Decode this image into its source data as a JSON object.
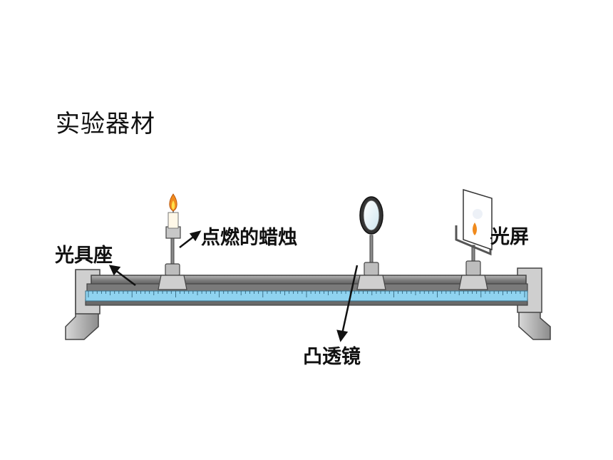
{
  "title": "实验器材",
  "labels": {
    "candle": "点燃的蜡烛",
    "bench": "光具座",
    "lens": "凸透镜",
    "screen": "光屏"
  },
  "colors": {
    "rail": "#8a8a8a",
    "scale": "#8fd3f0",
    "arrow": "#111111",
    "flame": "#f08a1c"
  }
}
